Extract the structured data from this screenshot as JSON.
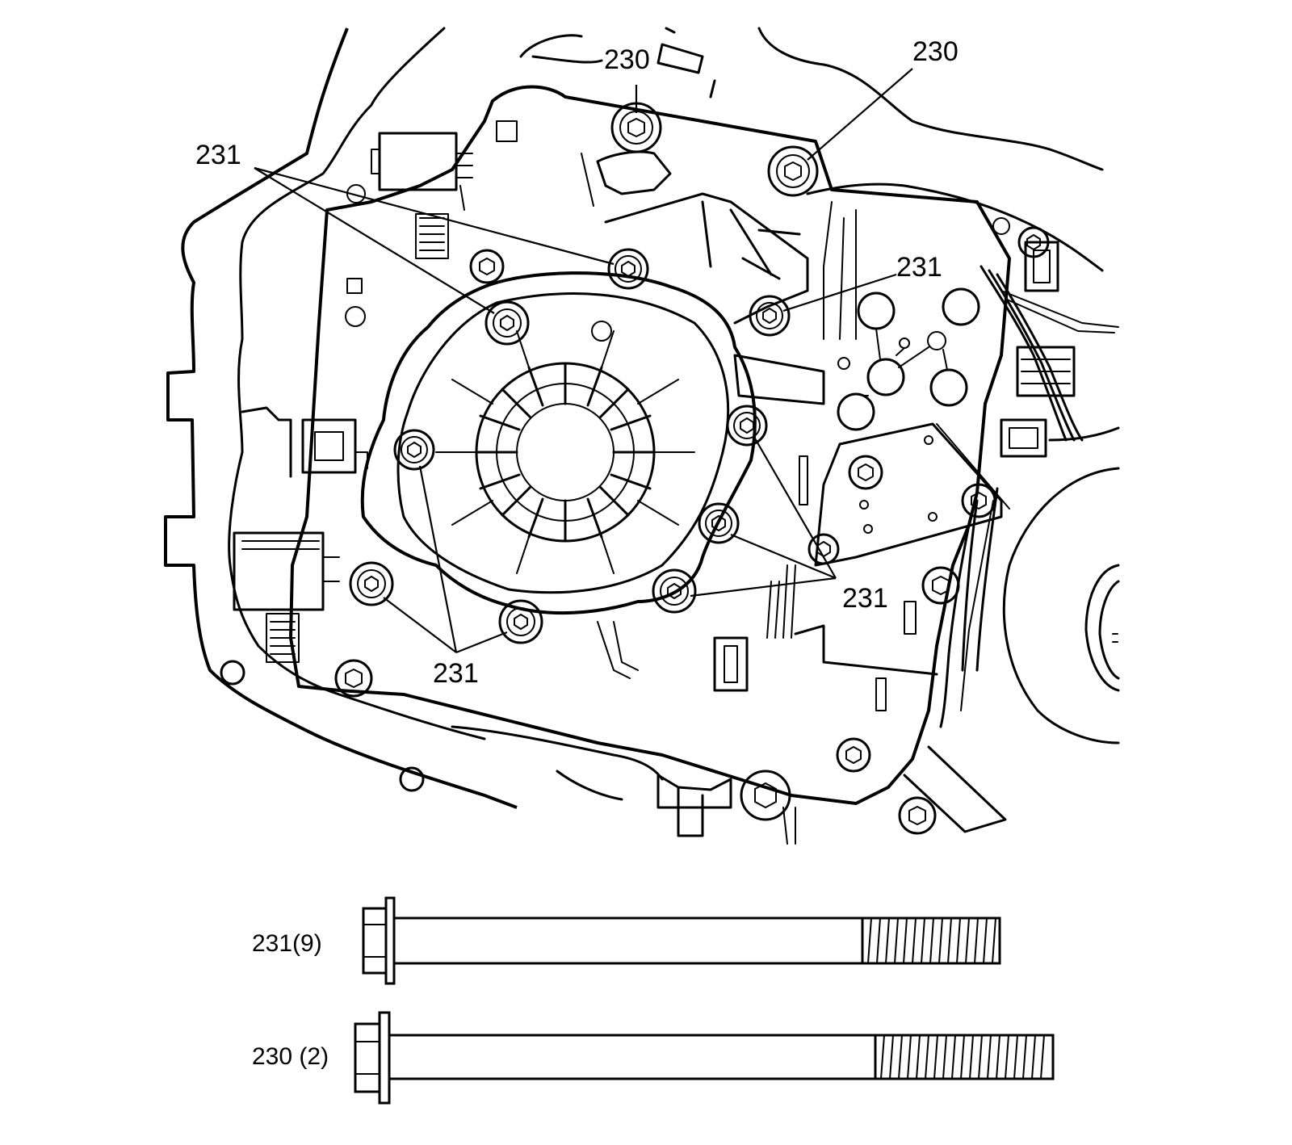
{
  "callouts": {
    "top_left_230": "230",
    "top_right_230": "230",
    "upper_left_231": "231",
    "upper_right_231": "231",
    "lower_right_231": "231",
    "bottom_231": "231"
  },
  "bolt_legend": {
    "short_bolt": "231(9)",
    "long_bolt": "230 (2)"
  },
  "icons": {
    "short_bolt": "hex-flange-bolt-icon",
    "long_bolt": "hex-flange-bolt-icon"
  }
}
